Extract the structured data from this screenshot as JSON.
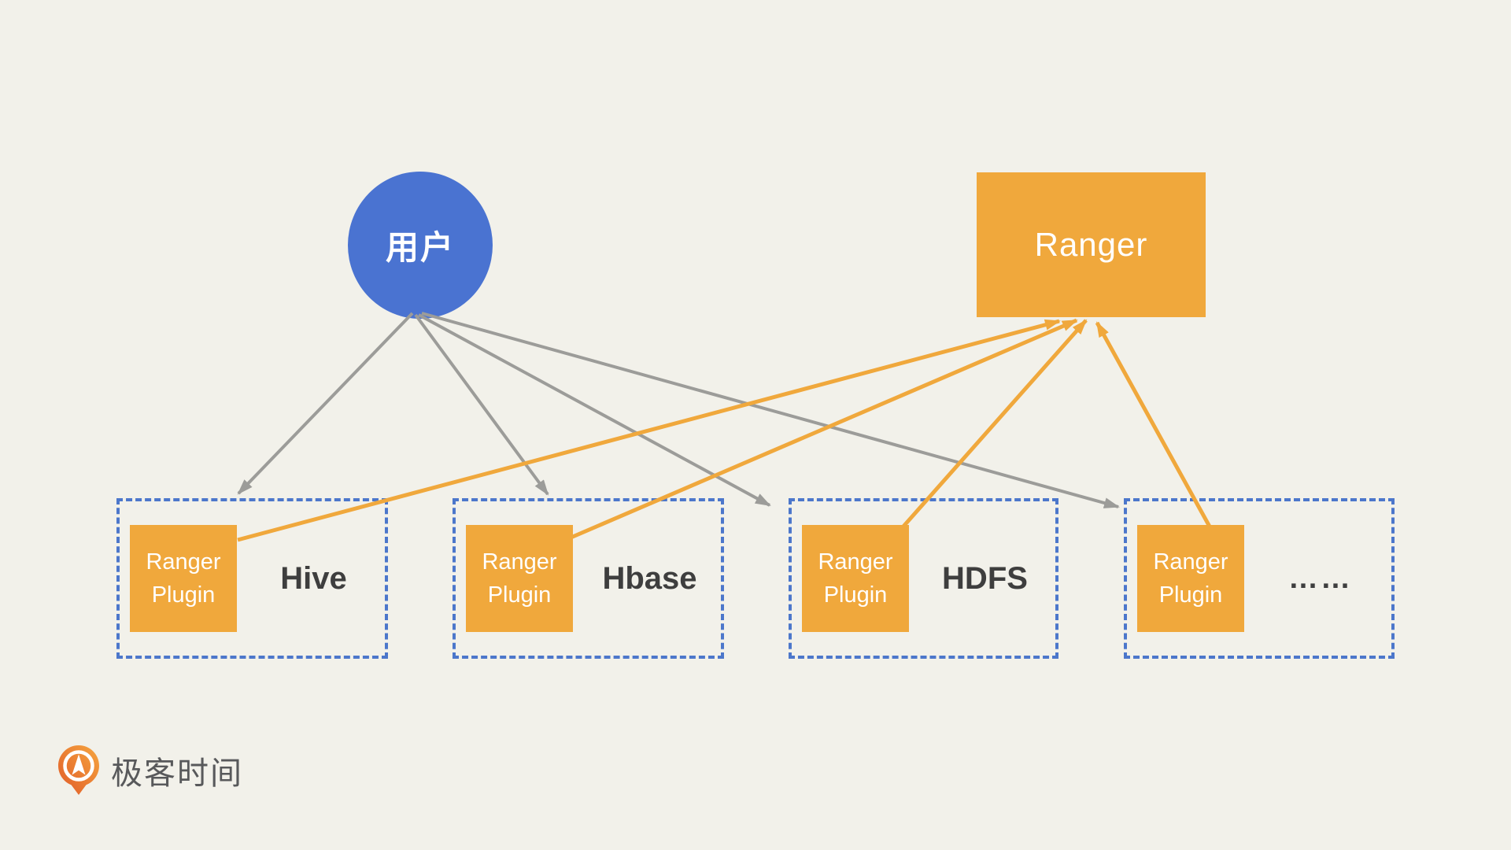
{
  "colors": {
    "bg": "#F2F1EA",
    "blue": "#4A73D1",
    "orange": "#F0A83C",
    "borderblue": "#4C77CB",
    "gray": "#9C9C99",
    "dark": "#3E3E3E",
    "white": "#FFFFFF",
    "logotext": "#58595B"
  },
  "nodes": {
    "user": {
      "label": "用户"
    },
    "ranger": {
      "label": "Ranger"
    }
  },
  "plugin": {
    "line1": "Ranger",
    "line2": "Plugin"
  },
  "services": [
    {
      "name": "Hive"
    },
    {
      "name": "Hbase"
    },
    {
      "name": "HDFS"
    },
    {
      "name": "……"
    }
  ],
  "edges": {
    "user_to_services": [
      "Hive",
      "Hbase",
      "HDFS",
      "……"
    ],
    "plugins_to_ranger": [
      "Hive",
      "Hbase",
      "HDFS",
      "……"
    ]
  },
  "footer": {
    "brand": "极客时间"
  }
}
